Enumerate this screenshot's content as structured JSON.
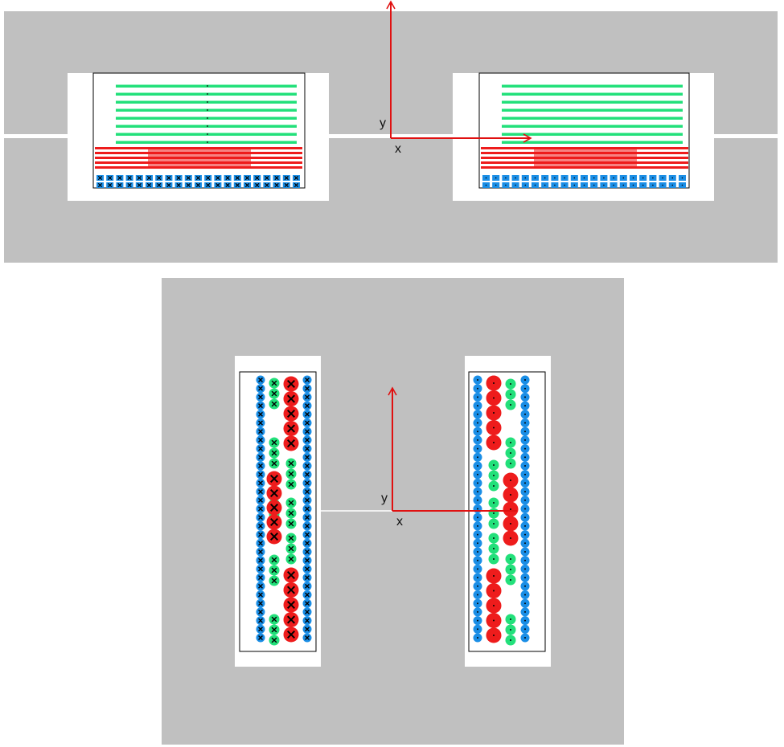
{
  "colors": {
    "core": "#c0c0c0",
    "window": "#ffffff",
    "outline": "#000000",
    "green_conductor": "#22e07a",
    "red_conductor": "#ee1c1c",
    "blue_conductor": "#1a8ee6",
    "axis": "#e01010",
    "cross_mark": "#000000"
  },
  "views": {
    "top": {
      "x_label": "x",
      "y_label": "y",
      "left_window": {
        "green_layers": 8,
        "red_layers": 5,
        "blue_rows": 2,
        "blue_per_row": 21,
        "current": "into"
      },
      "right_window": {
        "green_layers": 8,
        "red_layers": 5,
        "blue_rows": 2,
        "blue_per_row": 21,
        "current": "out"
      }
    },
    "bottom": {
      "x_label": "x",
      "y_label": "y",
      "left_window": {
        "current": "into"
      },
      "right_window": {
        "current": "out"
      }
    }
  }
}
